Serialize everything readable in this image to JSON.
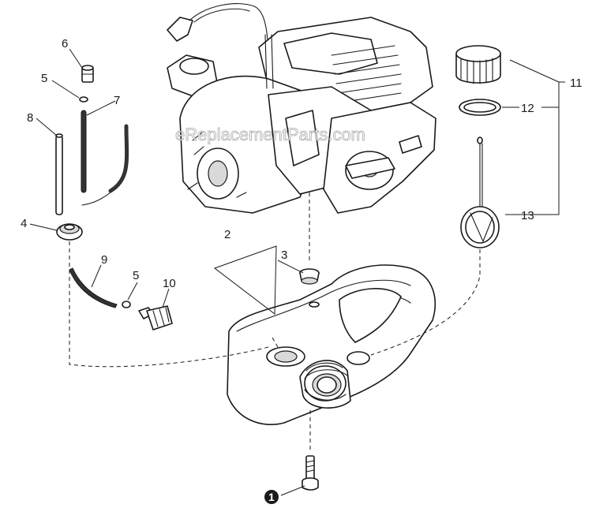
{
  "watermark": "eReplacementParts.com",
  "callouts": {
    "p1": "1",
    "p2": "2",
    "p3": "3",
    "p4": "4",
    "p5a": "5",
    "p5b": "5",
    "p6": "6",
    "p7": "7",
    "p8": "8",
    "p9": "9",
    "p10": "10",
    "p11": "11",
    "p12": "12",
    "p13": "13"
  },
  "parts": [
    {
      "id": "p1",
      "icon": "bolt-icon"
    },
    {
      "id": "p2",
      "icon": "gasket-icon"
    },
    {
      "id": "p3",
      "icon": "grommet-icon"
    },
    {
      "id": "p4",
      "icon": "grommet-icon"
    },
    {
      "id": "p5",
      "icon": "o-ring-icon"
    },
    {
      "id": "p6",
      "icon": "valve-icon"
    },
    {
      "id": "p7",
      "icon": "fuel-line-icon"
    },
    {
      "id": "p8",
      "icon": "fuel-line-icon"
    },
    {
      "id": "p9",
      "icon": "fuel-line-icon"
    },
    {
      "id": "p10",
      "icon": "fuel-filter-icon"
    },
    {
      "id": "p11",
      "icon": "fuel-cap-icon"
    },
    {
      "id": "p12",
      "icon": "retainer-ring-icon"
    },
    {
      "id": "p13",
      "icon": "tether-icon"
    }
  ]
}
